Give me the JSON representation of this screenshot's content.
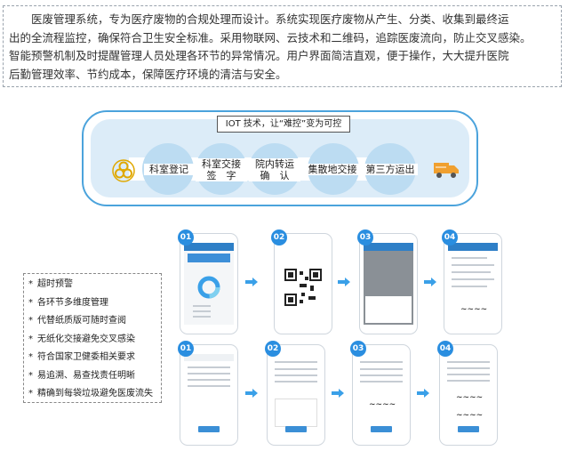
{
  "intro": {
    "lines": [
      "医废管理系统，专为医疗废物的合规处理而设计。系统实现医疗废物从产生、分类、收集到最终运",
      "出的全流程监控，确保符合卫生安全标准。采用物联网、云技术和二维码，追踪医废流向，防止交叉感染。",
      "智能预警机制及时提醒管理人员处理各环节的异常情况。用户界面简洁直观，便于操作，大大提升医院",
      "后勤管理效率、节约成本，保障医疗环境的清洁与安全。"
    ]
  },
  "flow": {
    "title": "IOT 技术，让“难控”变为可控",
    "start_icon": "biohazard-icon",
    "end_icon": "truck-icon",
    "steps": [
      "科室登记",
      "科室交接\n签　字",
      "院内转运\n确　认",
      "集散地交接",
      "第三方运出"
    ]
  },
  "features": [
    "超时预警",
    "各环节多维度管理",
    "代替纸质版可随时查阅",
    "无纸化交接避免交叉感染",
    "符合国家卫健委相关要求",
    "易追溯、易查找责任明晰",
    "精确到每袋垃圾避免医废流失"
  ],
  "screens": {
    "top_badges": [
      "01",
      "02",
      "03",
      "04"
    ],
    "bottom_badges": [
      "01",
      "02",
      "03",
      "04"
    ]
  },
  "colors": {
    "accent": "#2a8ee0",
    "flow_border": "#4ba3dc",
    "flow_fill": "#dcecf8",
    "node": "#bcdcf2"
  }
}
